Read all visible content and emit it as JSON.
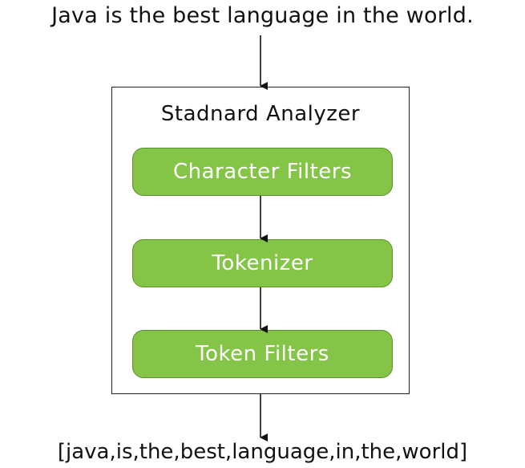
{
  "input_text": "Java is the best language in the world.",
  "analyzer": {
    "title": "Stadnard Analyzer",
    "stages": [
      "Character Filters",
      "Tokenizer",
      "Token Filters"
    ]
  },
  "output_text": "[java,is,the,best,language,in,the,world]",
  "colors": {
    "stage_fill": "#84c447",
    "stage_border": "#5a8f2c",
    "stage_text": "#ffffff",
    "line": "#111111"
  }
}
